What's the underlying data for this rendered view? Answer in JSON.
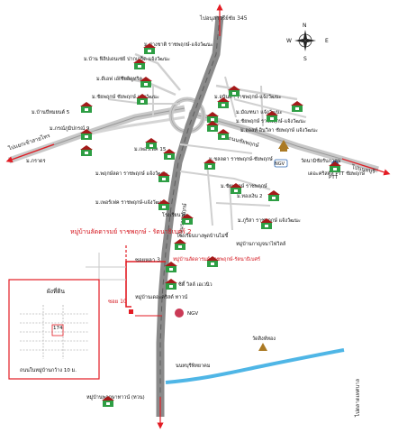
{
  "colors": {
    "highway": "#8a8a8a",
    "highway_edge": "#555555",
    "secondary_road": "#c8c8c8",
    "minor_road": "#b7b7b7",
    "red_route": "#e31b23",
    "water": "#4fb6e6",
    "house_green": "#2e9e44",
    "house_roof": "#a41a1a"
  },
  "compass": {
    "n": "N",
    "e": "E",
    "s": "S",
    "w": "W"
  },
  "roads": {
    "main_north": "ไปอนุสาวรีย์ชัย 345",
    "main_south": "ไปตลาดเทศบาล",
    "west_road": "ไปแยกเข้าสายไทร",
    "east_road": "ไปนนทบุรี",
    "main_road_center": "ถนนราชพฤกษ์",
    "east_secondary": "ถนนชัยพฤกษ์",
    "soi_label": "ซอยหลา 3",
    "soi_red": "ซอย 10"
  },
  "places": [
    "ม.ต่างชาติ ราชพฤกษ์-แจ้งวัฒนะ",
    "ม.บ้าน ฟิลิปเดนเซ่ย์ ปากเกร็ด-แจ้งวัฒนะ",
    "ม.ดีเอฟ เอเชียลิคูทริค",
    "ม.ชัยพฤกษ์ ชัยพฤกษ์ แจ้งวัฒนะ",
    "ม.บ้านปัทมยนต์ 5",
    "ม.ภรณ์ภูมิปกรณ์ 9",
    "ม.ภราดร",
    "ม.เพอร์เฟค 15",
    "ม.พฤกษ์ลดา ราชพฤกษ์ แจ้งวัฒนะ",
    "ม.อนันดา ราชพฤกษ์-แจ้งวัฒนะ",
    "ม.มัณฑนา แจ้งวัฒนะ",
    "ม.ชัยพฤกษ์ ราชพฤกษ์-แจ้งวัฒนะ",
    "ม.ออลท์ อินวิลา ชัยพฤกษ์ แจ้งวัฒนะ",
    "ม.ชลลดา ราชพฤกษ์-ชัยพฤกษ์",
    "ม.ชัยพฤกษ์ ราชพฤกษ์",
    "ม.เพอร์เฟค ราชพฤกษ์-แจ้งวัฒนะ",
    "ม.ภูริสา ราชพฤกษ์ แจ้งวัฒนะ",
    "ม.ทองเงิน 2",
    "เดอะคริสตัล PTT ชัยพฤกษ์",
    "วัดนามิชัยรับภาคม",
    "โรงเรียนบางพูดบ้านไม่ขี้",
    "หมู่บ้านกาญจนาไฟวิลล์",
    "หมู่บ้านลัดดารมย์ ราชพฤกษ์-รัตนาธิเบศร์",
    "ซิตี้ วิลล์ เอเวนิว",
    "หมู่บ้านเดอะคริสต์ ทาวน์",
    "วัดสิงห์ทอง",
    "นนทบุรีพิทยาคม",
    "หมู่บ้านพฤกษาทาวน์ (ทวน)",
    "โรงเรียนวัด"
  ],
  "map_title": "หมู่บ้านลัดดารมย์ ราชพฤกษ์ - รัตนาธิเบศร์ 2",
  "ngv": "NGV",
  "ptt": "PTT",
  "inset": {
    "title": "ผังที่ดิน",
    "plot_number": "174",
    "note": "ถนนในหมู่บ้านกว้าง 10 ม."
  }
}
